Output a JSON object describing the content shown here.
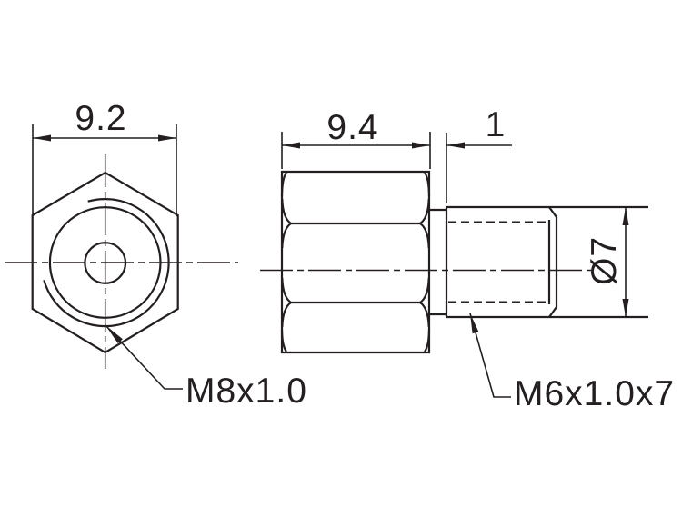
{
  "window": {
    "background": "#ffffff"
  },
  "colors": {
    "ink": "#231f20"
  },
  "drawing": {
    "front_view": {
      "width_dim": "9.2",
      "thread_label": "M8x1.0"
    },
    "side_view": {
      "body_length_dim": "9.4",
      "neck_length_dim": "1",
      "stud_diameter_dim": "Ø7",
      "stud_thread_label": "M6x1.0x7"
    }
  }
}
